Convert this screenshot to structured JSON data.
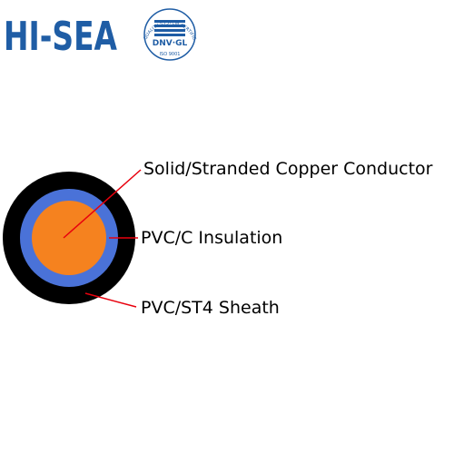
{
  "brand": {
    "logo_text": "HI-SEA",
    "color": "#1f5da5"
  },
  "certification": {
    "arc_text": "QUALITY SYSTEM CERTIFICATION",
    "mark": "DNV·GL",
    "standard": "ISO 9001",
    "color": "#1f5da5"
  },
  "cable": {
    "layers": [
      {
        "name": "sheath",
        "color": "#000000"
      },
      {
        "name": "insulation",
        "color": "#4a72d8"
      },
      {
        "name": "conductor",
        "color": "#f5821f"
      }
    ],
    "callouts": [
      {
        "label": "Solid/Stranded Copper Conductor"
      },
      {
        "label": "PVC/C Insulation"
      },
      {
        "label": "PVC/ST4 Sheath"
      }
    ],
    "leader_color": "#e8000d"
  }
}
